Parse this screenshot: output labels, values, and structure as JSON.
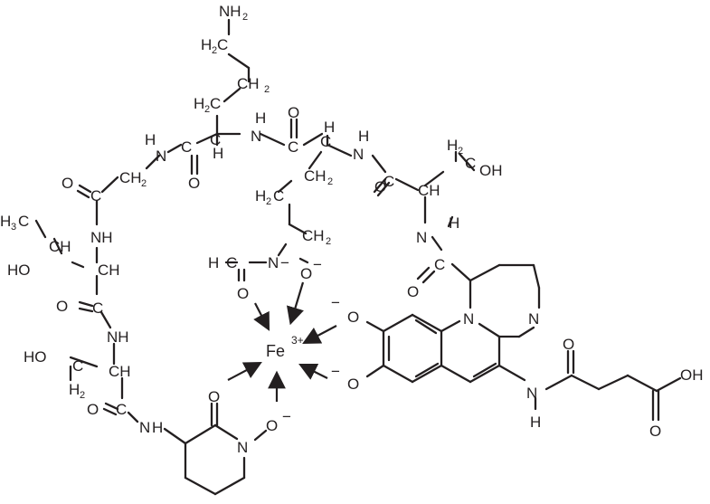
{
  "labels": {
    "nh2_top": "NH",
    "nh2_top_sub": "2",
    "c_h2": "C",
    "h_prefix": "H",
    "sub2": "2",
    "ch2_lbl": "CH",
    "h": "H",
    "n": "N",
    "o": "O",
    "c": "C",
    "nh": "NH",
    "oh": "OH",
    "ho": "HO",
    "c_atom": "C",
    "h3c": "H",
    "sub3": "3",
    "ch": "CH",
    "ch_r": "CH",
    "neg": "−",
    "fe": "Fe",
    "fe_charge": "3+",
    "nbond_dash": "N",
    "o_minus": "O",
    "n_h": "N"
  }
}
